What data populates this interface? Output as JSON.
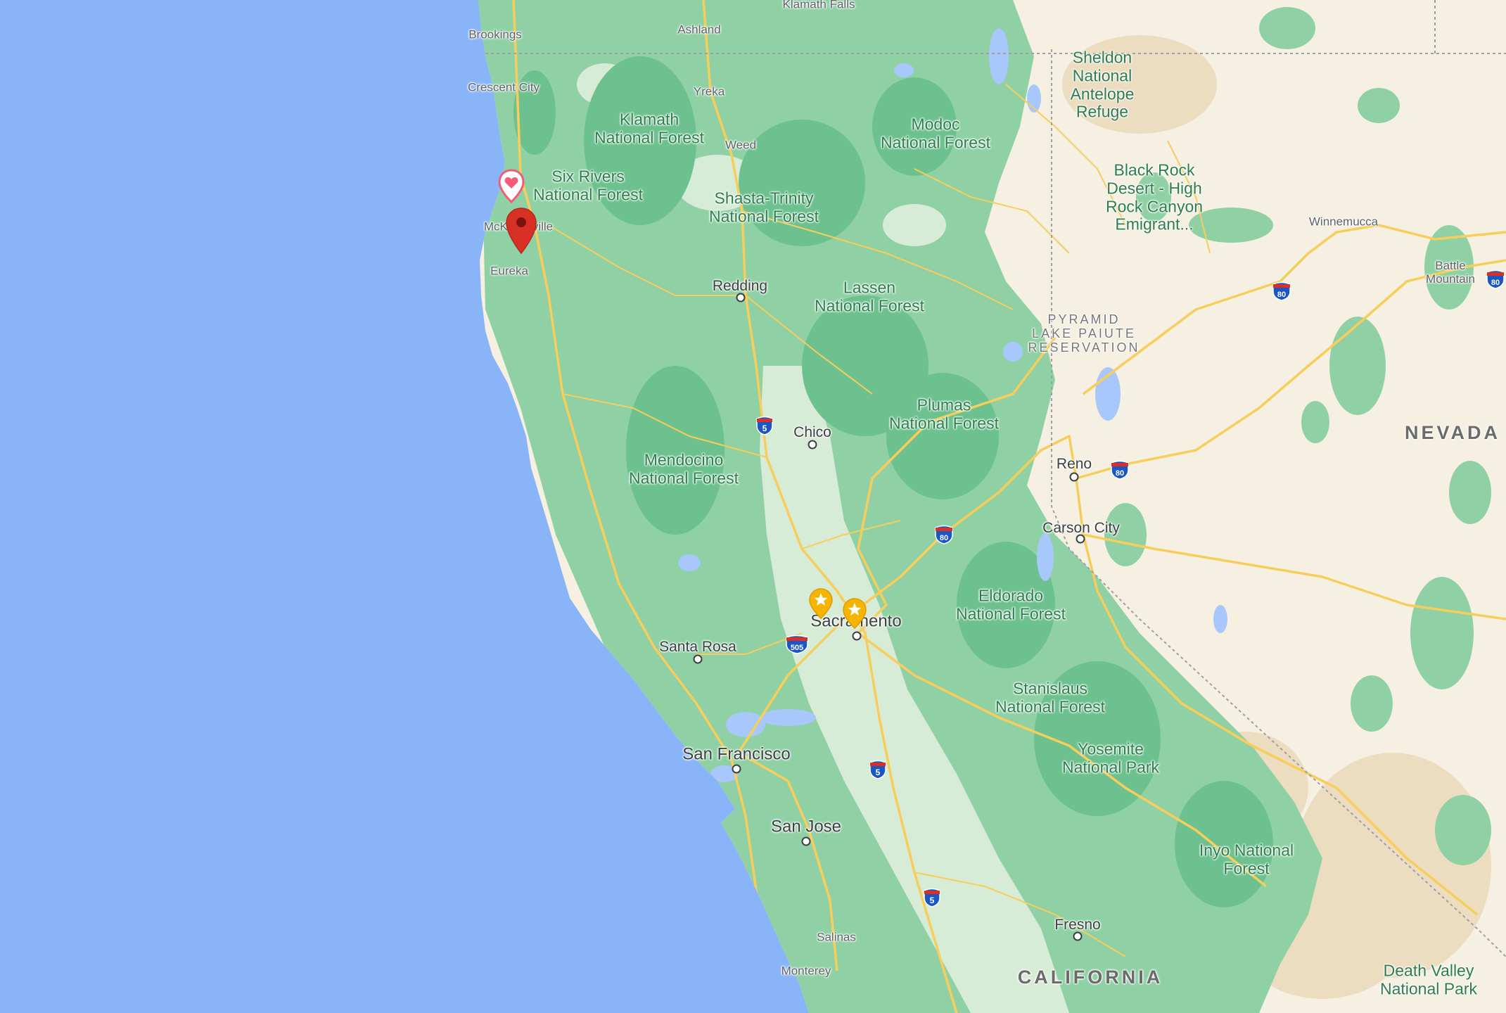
{
  "map": {
    "colors": {
      "ocean": "#8ab4f8",
      "land": "#f5f0e1",
      "forest": "#8fd1a4",
      "forest_dark": "#6cc18e",
      "desert": "#ecdcc0",
      "lake": "#a8c7fa",
      "road": "#f7ce5b",
      "border": "#9aa0a6"
    },
    "parks": [
      {
        "id": "klamath",
        "text": "Klamath\nNational Forest"
      },
      {
        "id": "six-rivers",
        "text": "Six Rivers\nNational Forest"
      },
      {
        "id": "shasta-trinity",
        "text": "Shasta-Trinity\nNational Forest"
      },
      {
        "id": "modoc",
        "text": "Modoc\nNational Forest"
      },
      {
        "id": "sheldon",
        "text": "Sheldon\nNational\nAntelope\nRefuge"
      },
      {
        "id": "black-rock",
        "text": "Black Rock\nDesert - High\nRock Canyon\nEmigrant..."
      },
      {
        "id": "lassen",
        "text": "Lassen\nNational Forest"
      },
      {
        "id": "plumas",
        "text": "Plumas\nNational Forest"
      },
      {
        "id": "mendocino",
        "text": "Mendocino\nNational Forest"
      },
      {
        "id": "eldorado",
        "text": "Eldorado\nNational Forest"
      },
      {
        "id": "stanislaus",
        "text": "Stanislaus\nNational Forest"
      },
      {
        "id": "yosemite",
        "text": "Yosemite\nNational Park"
      },
      {
        "id": "inyo",
        "text": "Inyo National\nForest"
      },
      {
        "id": "death-valley",
        "text": "Death Valley\nNational Park"
      }
    ],
    "cities": [
      {
        "id": "klamath-falls",
        "text": "Klamath Falls",
        "size": "s"
      },
      {
        "id": "ashland",
        "text": "Ashland",
        "size": "s"
      },
      {
        "id": "brookings",
        "text": "Brookings",
        "size": "s"
      },
      {
        "id": "crescent-city",
        "text": "Crescent City",
        "size": "s"
      },
      {
        "id": "yreka",
        "text": "Yreka",
        "size": "s"
      },
      {
        "id": "weed",
        "text": "Weed",
        "size": "s"
      },
      {
        "id": "mckinleyville",
        "text": "McKinleyville",
        "size": "s"
      },
      {
        "id": "eureka",
        "text": "Eureka",
        "size": "s"
      },
      {
        "id": "redding",
        "text": "Redding",
        "size": "m"
      },
      {
        "id": "chico",
        "text": "Chico",
        "size": "m"
      },
      {
        "id": "reno",
        "text": "Reno",
        "size": "m"
      },
      {
        "id": "carson-city",
        "text": "Carson City",
        "size": "m"
      },
      {
        "id": "winnemucca",
        "text": "Winnemucca",
        "size": "s"
      },
      {
        "id": "battle-mountain",
        "text": "Battle\nMountain",
        "size": "s"
      },
      {
        "id": "sacramento",
        "text": "Sacramento",
        "size": "l"
      },
      {
        "id": "santa-rosa",
        "text": "Santa Rosa",
        "size": "m"
      },
      {
        "id": "san-francisco",
        "text": "San Francisco",
        "size": "l"
      },
      {
        "id": "san-jose",
        "text": "San Jose",
        "size": "l"
      },
      {
        "id": "salinas",
        "text": "Salinas",
        "size": "s"
      },
      {
        "id": "monterey",
        "text": "Monterey",
        "size": "s"
      },
      {
        "id": "fresno",
        "text": "Fresno",
        "size": "m"
      }
    ],
    "states": [
      {
        "id": "nevada",
        "text": "NEVADA"
      },
      {
        "id": "california",
        "text": "CALIFORNIA"
      }
    ],
    "reservations": [
      {
        "id": "pyramid-lake",
        "text": "PYRAMID\nLAKE PAIUTE\nRESERVATION"
      }
    ],
    "shields": [
      {
        "id": "i5-chico",
        "number": "5",
        "kind": "interstate"
      },
      {
        "id": "i5-central",
        "number": "5",
        "kind": "interstate"
      },
      {
        "id": "i5-south",
        "number": "5",
        "kind": "interstate"
      },
      {
        "id": "i80-sierra",
        "number": "80",
        "kind": "interstate"
      },
      {
        "id": "i80-reno",
        "number": "80",
        "kind": "interstate"
      },
      {
        "id": "i80-nv-north",
        "number": "80",
        "kind": "interstate"
      },
      {
        "id": "i80-battle",
        "number": "80",
        "kind": "interstate"
      },
      {
        "id": "i505",
        "number": "505",
        "kind": "interstate"
      }
    ],
    "markers": [
      {
        "id": "dropped-pin",
        "icon": "red-pin-icon",
        "color": "#d93025"
      },
      {
        "id": "saved-place",
        "icon": "heart-pin-icon",
        "color": "#f25c78"
      },
      {
        "id": "starred-place-1",
        "icon": "star-pin-icon",
        "color": "#f4b400"
      },
      {
        "id": "starred-place-2",
        "icon": "star-pin-icon",
        "color": "#f4b400"
      }
    ]
  }
}
